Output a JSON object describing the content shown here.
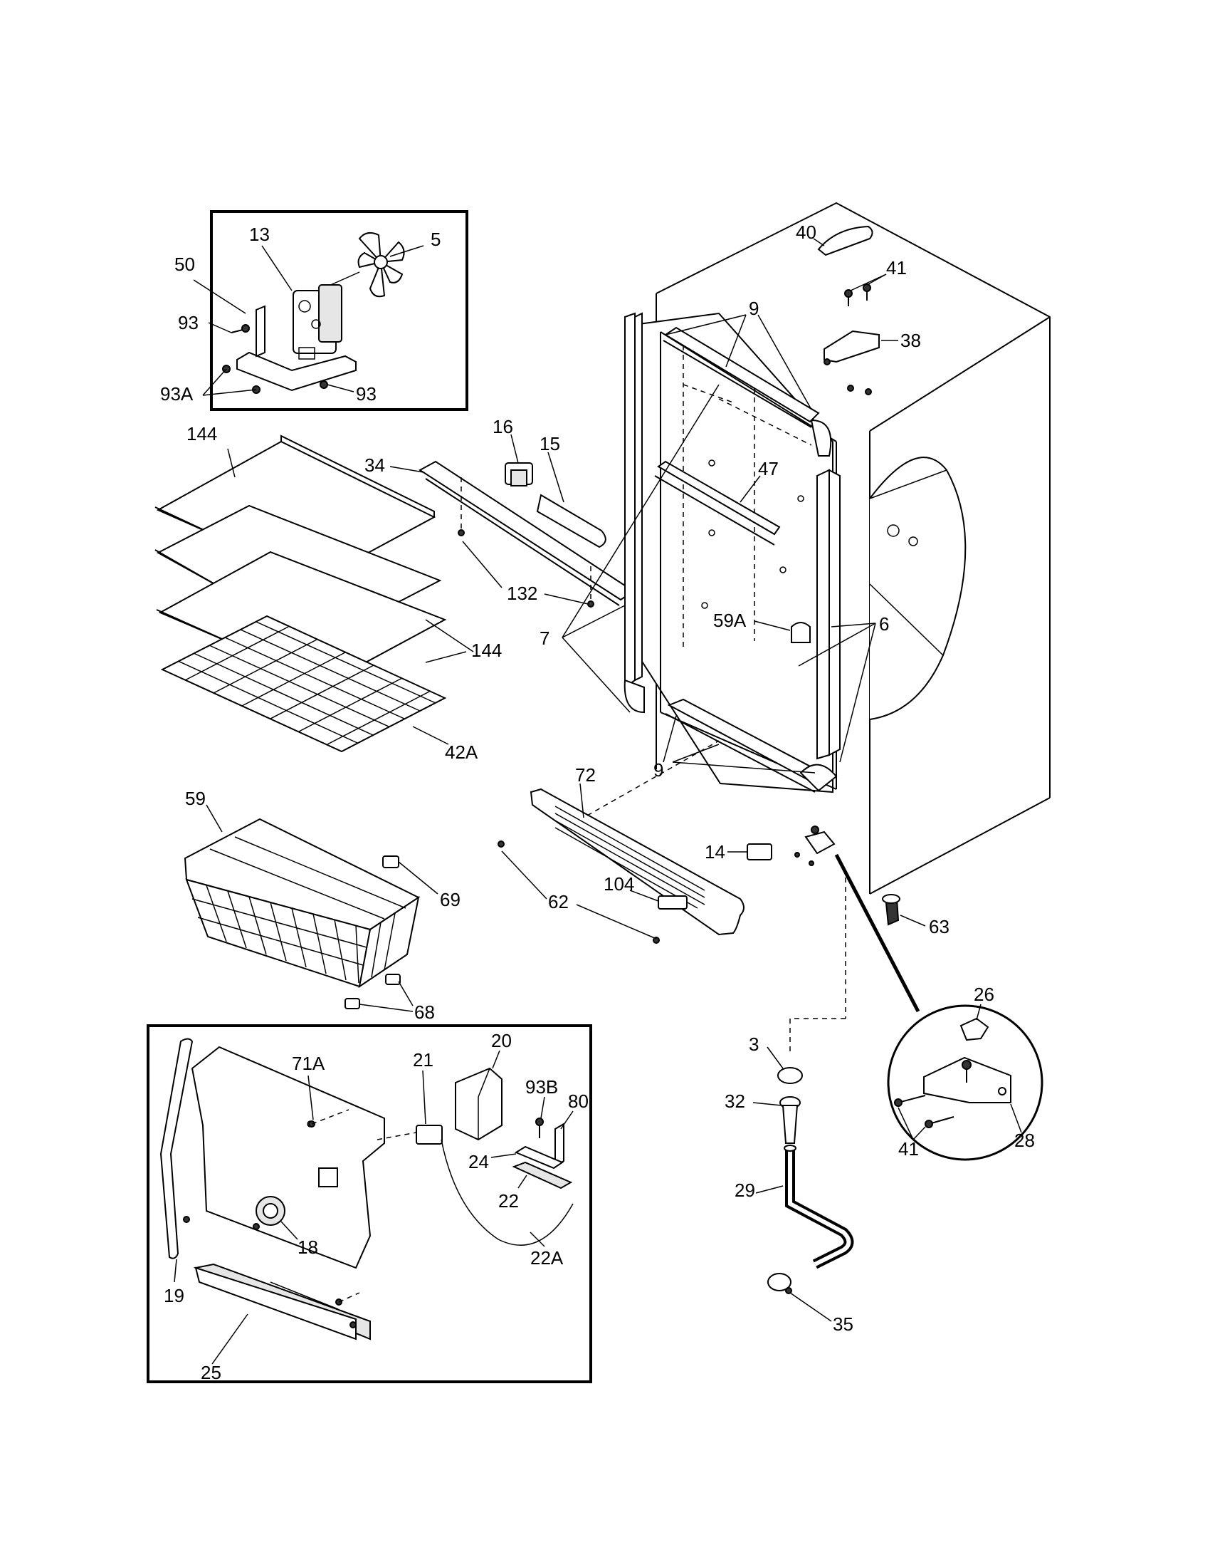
{
  "callouts": {
    "c13": "13",
    "c5": "5",
    "c50": "50",
    "c93_top": "93",
    "c93a": "93A",
    "c93_bottom": "93",
    "c144_top": "144",
    "c34": "34",
    "c16": "16",
    "c15": "15",
    "c9_top": "9",
    "c40": "40",
    "c41_top": "41",
    "c38": "38",
    "c47": "47",
    "c132": "132",
    "c7": "7",
    "c59a": "59A",
    "c6": "6",
    "c144_mid": "144",
    "c42a": "42A",
    "c72": "72",
    "c9_bottom": "9",
    "c59": "59",
    "c69": "69",
    "c14": "14",
    "c104": "104",
    "c62": "62",
    "c63": "63",
    "c68": "68",
    "c26": "26",
    "c20": "20",
    "c71a": "71A",
    "c21": "21",
    "c93b": "93B",
    "c80": "80",
    "c3": "3",
    "c24": "24",
    "c32": "32",
    "c22": "22",
    "c41_bottom": "41",
    "c28": "28",
    "c29": "29",
    "c18": "18",
    "c22a": "22A",
    "c19": "19",
    "c35": "35",
    "c25": "25"
  }
}
